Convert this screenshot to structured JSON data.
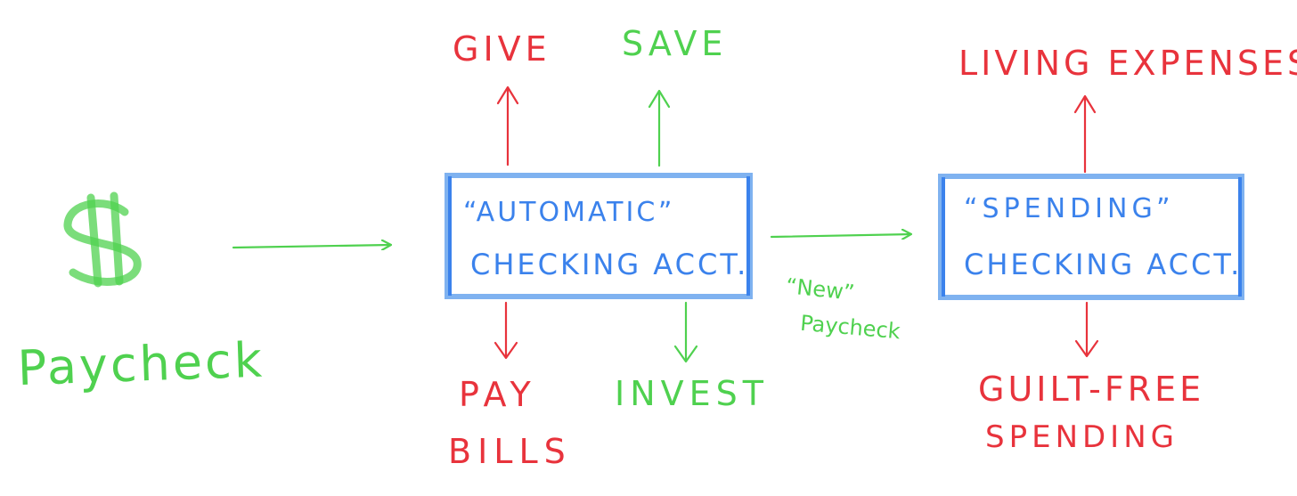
{
  "colors": {
    "red": "#e8333c",
    "green": "#4fd14f",
    "blue": "#3b82ec",
    "blue_light": "#7fb2f0"
  },
  "source": {
    "symbol": "$",
    "label": "Paycheck"
  },
  "automatic_account": {
    "line1": "“AUTOMATIC”",
    "line2": "CHECKING ACCT."
  },
  "spending_account": {
    "line1": "“SPENDING”",
    "line2": "CHECKING ACCT."
  },
  "transfer_label": {
    "line1": "“New”",
    "line2": "Paycheck"
  },
  "outflows": {
    "give": "GIVE",
    "save": "SAVE",
    "pay_bills_line1": "PAY",
    "pay_bills_line2": "BILLS",
    "invest": "INVEST",
    "living_expenses": "LIVING EXPENSES",
    "guilt_free_line1": "GUILT-FREE",
    "guilt_free_line2": "SPENDING"
  }
}
